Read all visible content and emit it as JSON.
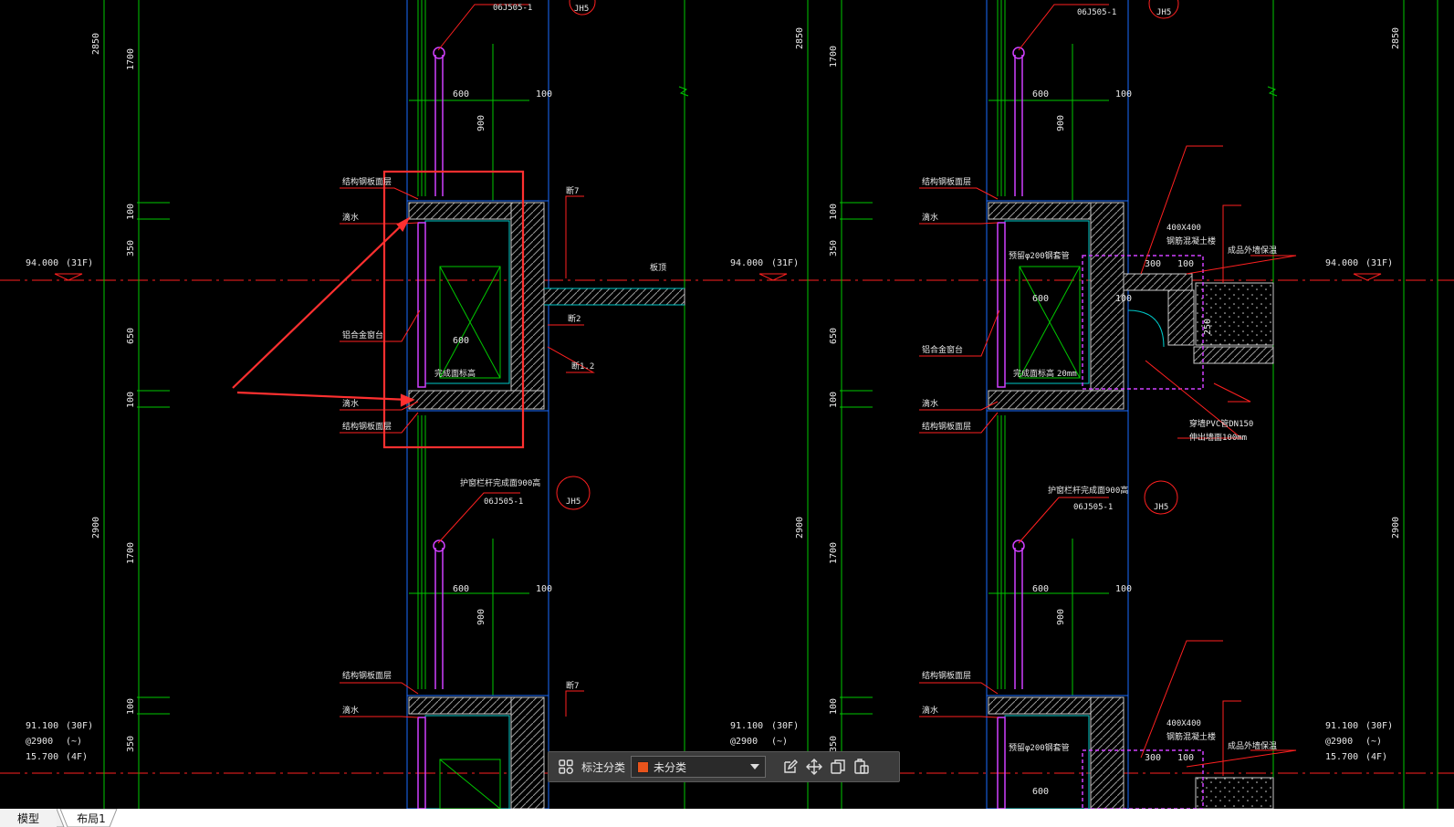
{
  "drawing": {
    "elevations": [
      {
        "level": "94.000",
        "floor": "(31F)"
      },
      {
        "level": "94.000",
        "floor": "(31F)"
      },
      {
        "level": "94.000",
        "floor": "(31F)"
      }
    ],
    "bottom_notes": {
      "level": "91.100",
      "level_floor": "(30F)",
      "step": "@2900",
      "step_floor": "(~)",
      "base": "15.700",
      "base_floor": "(4F)"
    },
    "dims": {
      "h2850": "2850",
      "h1700": "1700",
      "h100": "100",
      "h350": "350",
      "h650": "650",
      "h2900": "2900",
      "w600": "600",
      "w100": "100",
      "w900": "900",
      "w300": "300",
      "w250": "250"
    },
    "refs": {
      "spec": "06J505-1",
      "detail": "JH5",
      "sec7": "断7",
      "sec2": "断2",
      "sec12": "断1.2",
      "railing": "护窗栏杆完成面900高"
    },
    "labels": {
      "steel_frame": "结构钢板面层",
      "drip": "滴水",
      "alu_window": "铝合金窗台",
      "slab": "板顶",
      "finish": "完成面标高",
      "size400": "400X400",
      "concrete": "钢筋混凝土楼",
      "pipe": "穿墙PVC管DN150",
      "pipe_note": "伸出墙面100mm",
      "sleeve": "预留φ200钢套管",
      "fill": "成品外墙保温",
      "mm20": "20mm"
    }
  },
  "toolbar": {
    "grid_icon": "grid-icon",
    "label": "标注分类",
    "select_value": "未分类",
    "swatch_color": "#e8541c",
    "edit_icon": "edit-icon",
    "move_icon": "move-icon",
    "copy_icon": "copy-icon",
    "paste_icon": "paste-icon"
  },
  "tabs": {
    "model": "模型",
    "layout1": "布局1"
  },
  "colors": {
    "background": "#000000",
    "grid_green": "#00c800",
    "axis_red": "#ff2020",
    "wall_blue": "#1a6cff",
    "cyan": "#00c8c8",
    "magenta": "#d040ff",
    "annotation_red": "#ff3030"
  }
}
